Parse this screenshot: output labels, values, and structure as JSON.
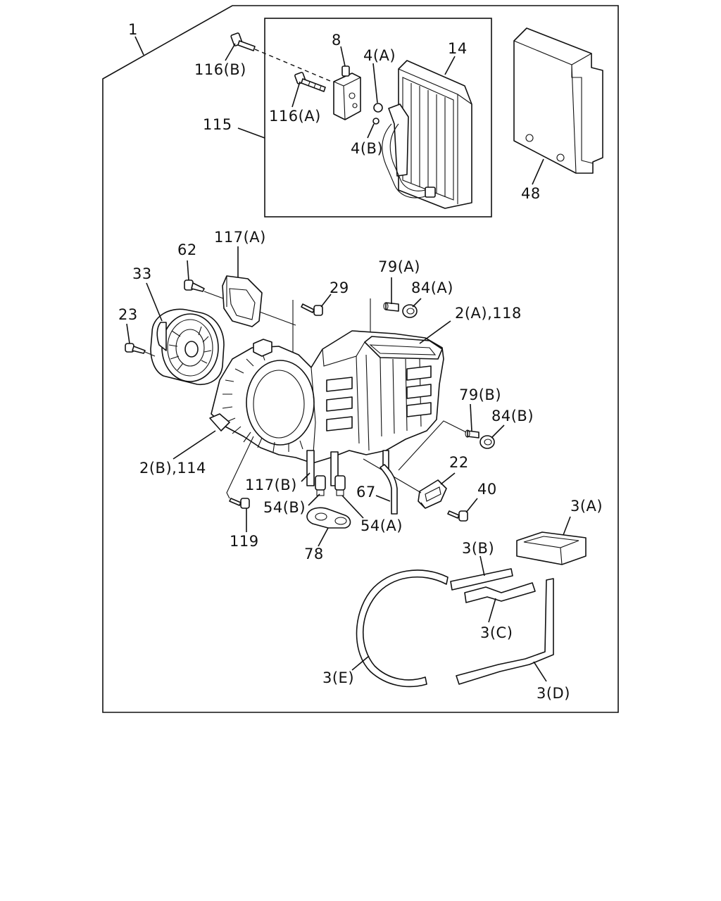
{
  "labels": {
    "l1": "1",
    "l116b": "116(B)",
    "l116a": "116(A)",
    "l115": "115",
    "l8": "8",
    "l4a": "4(A)",
    "l4b": "4(B)",
    "l14": "14",
    "l48": "48",
    "l117a": "117(A)",
    "l62": "62",
    "l33": "33",
    "l23": "23",
    "l29": "29",
    "l79a": "79(A)",
    "l84a": "84(A)",
    "l2a118": "2(A),118",
    "l79b": "79(B)",
    "l84b": "84(B)",
    "l2b114": "2(B),114",
    "l22": "22",
    "l40": "40",
    "l117b": "117(B)",
    "l67": "67",
    "l54b": "54(B)",
    "l54a": "54(A)",
    "l119": "119",
    "l78": "78",
    "l3a": "3(A)",
    "l3b": "3(B)",
    "l3c": "3(C)",
    "l3d": "3(D)",
    "l3e": "3(E)"
  }
}
